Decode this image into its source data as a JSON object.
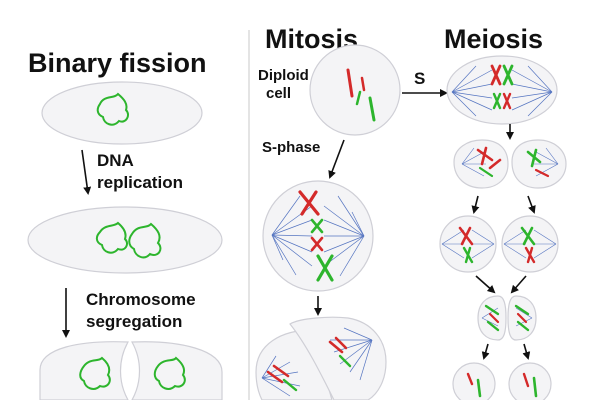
{
  "titles": {
    "binary_fission": "Binary fission",
    "mitosis": "Mitosis",
    "meiosis": "Meiosis"
  },
  "labels": {
    "dna_replication_line1": "DNA",
    "dna_replication_line2": "replication",
    "chromosome_segregation_line1": "Chromosome",
    "chromosome_segregation_line2": "segregation",
    "diploid_line1": "Diploid",
    "diploid_line2": "cell",
    "s_phase": "S-phase",
    "s": "S"
  },
  "colors": {
    "dna_green": "#2db52d",
    "chromosome_red": "#d42a2a",
    "spindle_blue": "#3a5fb8",
    "cell_fill": "#f4f4f6",
    "cell_stroke": "#cfcfd6",
    "divider": "#c8c8c8",
    "text": "#111111"
  }
}
